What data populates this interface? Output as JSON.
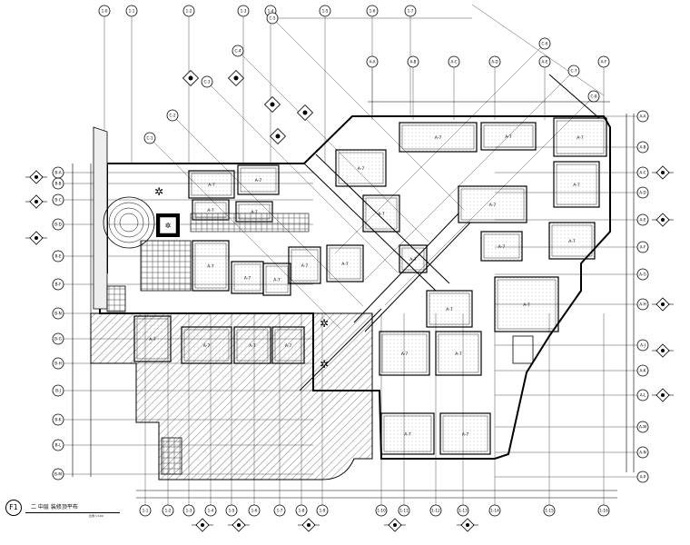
{
  "drawing": {
    "title_label": "二 中层  装修顶平布",
    "view_mark": "F1",
    "scale": "比例 1:100"
  },
  "grid": {
    "top": [
      "1-0",
      "1-1",
      "1-2",
      "1-3",
      "1-4",
      "1-5",
      "1-6",
      "1-7"
    ],
    "bottom": [
      "1-1",
      "1-2",
      "1-3",
      "1-4",
      "1-5",
      "1-6",
      "1-7",
      "1-8",
      "1-9",
      "1-10",
      "1-11",
      "1-12",
      "1-13",
      "1-14",
      "1-15",
      "1-16"
    ],
    "left": [
      "B-A",
      "B-B",
      "B-C",
      "B-D",
      "B-E",
      "B-F",
      "B-G",
      "B-H",
      "B-J",
      "B-K",
      "B-L",
      "B-M",
      "B-N"
    ],
    "right": [
      "A-A",
      "A-B",
      "A-C",
      "A-D",
      "A-E",
      "A-F",
      "A-G",
      "A-H",
      "A-J",
      "A-K",
      "A-L",
      "A-M",
      "A-N",
      "A-P"
    ],
    "diagonal": [
      "C-1",
      "C-2",
      "C-3",
      "C-4",
      "C-5",
      "C-6",
      "C-7",
      "C-8"
    ]
  },
  "room_tag": "A-7",
  "symbols": [
    "ceiling-diamond-symbol",
    "elevation-marker",
    "section-marker"
  ]
}
